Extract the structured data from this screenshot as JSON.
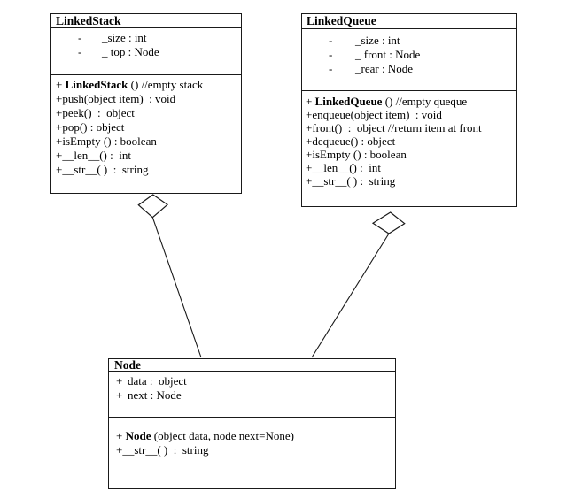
{
  "classes": {
    "linked_stack": {
      "title": "LinkedStack",
      "attributes": [
        {
          "marker": "-",
          "text": "_size : int"
        },
        {
          "marker": "-",
          "text": "_ top : Node"
        }
      ],
      "methods": [
        {
          "pre": "+ ",
          "bold": "LinkedStack",
          "post": " () //empty stack"
        },
        {
          "text": "+push(object item)  : void"
        },
        {
          "text": "+peek()  :  object"
        },
        {
          "text": "+pop() : object"
        },
        {
          "text": "+isEmpty () : boolean"
        },
        {
          "text": "+__len__() :  int"
        },
        {
          "text": "+__str__( )  :  string"
        }
      ]
    },
    "linked_queue": {
      "title": "LinkedQueue",
      "attributes": [
        {
          "marker": "-",
          "text": "_size : int"
        },
        {
          "marker": "-",
          "text": "_ front : Node"
        },
        {
          "marker": "-",
          "text": "_rear : Node"
        }
      ],
      "methods": [
        {
          "pre": "+ ",
          "bold": "LinkedQueue",
          "post": " () //empty queque"
        },
        {
          "text": "+enqueue(object item)  : void"
        },
        {
          "text": "+front()  :  object //return item at front"
        },
        {
          "text": "+dequeue() : object"
        },
        {
          "text": "+isEmpty () : boolean"
        },
        {
          "text": "+__len__() :  int"
        },
        {
          "text": "+__str__( ) :  string"
        }
      ]
    },
    "node": {
      "title": "Node",
      "attributes": [
        {
          "marker": "+",
          "text": "data :  object"
        },
        {
          "marker": "+",
          "text": "next : Node"
        }
      ],
      "methods": [
        {
          "pre": "+ ",
          "bold": "Node",
          "post": " (object data, node next=None)"
        },
        {
          "text": "+__str__( )  :  string"
        }
      ]
    }
  },
  "relationships": [
    {
      "type": "aggregation",
      "owner": "LinkedStack",
      "part": "Node"
    },
    {
      "type": "aggregation",
      "owner": "LinkedQueue",
      "part": "Node"
    }
  ],
  "colors": {
    "line": "#1a1a1a",
    "background": "#ffffff",
    "text": "#000000"
  }
}
